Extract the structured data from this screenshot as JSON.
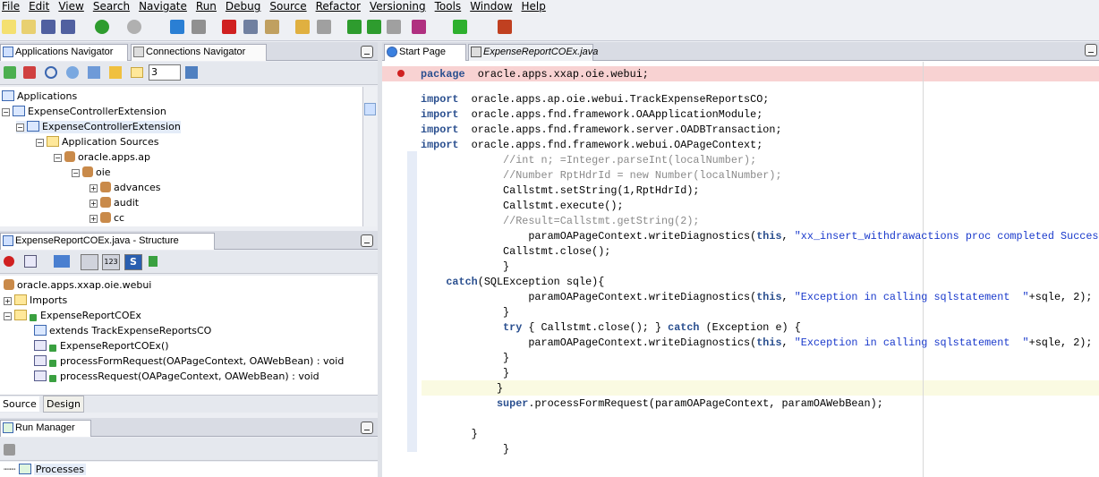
{
  "menu": [
    "File",
    "Edit",
    "View",
    "Search",
    "Navigate",
    "Run",
    "Debug",
    "Source",
    "Refactor",
    "Versioning",
    "Tools",
    "Window",
    "Help"
  ],
  "toolbar_icons": [
    "new-icon",
    "open-icon",
    "save-icon",
    "save-all-icon",
    "back-icon",
    "forward-icon",
    "undo-icon",
    "redo-icon",
    "cut-icon",
    "copy-icon",
    "paste-icon",
    "clean-icon",
    "deploy-icon",
    "make-icon",
    "rebuild-icon",
    "cancel-build-icon",
    "run-icon",
    "debug-icon",
    "step-icon"
  ],
  "navigator": {
    "tabs": [
      "Applications Navigator",
      "Connections Navigator"
    ],
    "depth_value": "3",
    "tree": [
      {
        "label": "Applications",
        "icon": "applications-icon"
      },
      {
        "label": "ExpenseControllerExtension",
        "icon": "workspace-icon"
      },
      {
        "label": "ExpenseControllerExtension",
        "icon": "project-icon"
      },
      {
        "label": "Application Sources",
        "icon": "folder-icon"
      },
      {
        "label": "oracle.apps.ap",
        "icon": "package-icon"
      },
      {
        "label": "oie",
        "icon": "package-icon"
      },
      {
        "label": "advances",
        "icon": "package-icon"
      },
      {
        "label": "audit",
        "icon": "package-icon"
      },
      {
        "label": "cc",
        "icon": "package-icon"
      }
    ]
  },
  "structure": {
    "title": "ExpenseReportCOEx.java - Structure",
    "tree": [
      {
        "label": "oracle.apps.xxap.oie.webui"
      },
      {
        "label": "Imports"
      },
      {
        "label": "ExpenseReportCOEx"
      },
      {
        "label": "extends TrackExpenseReportsCO"
      },
      {
        "label": "ExpenseReportCOEx()"
      },
      {
        "label": "processFormRequest(OAPageContext, OAWebBean) : void"
      },
      {
        "label": "processRequest(OAPageContext, OAWebBean) : void"
      }
    ],
    "bottom_tabs": [
      "Source",
      "Design"
    ]
  },
  "run_manager": {
    "title": "Run Manager",
    "tree": [
      "Processes"
    ]
  },
  "editor": {
    "tabs": [
      "Start Page",
      "ExpenseReportCOEx.java"
    ],
    "colors": {
      "breakpoint_line": "#f8d2d2",
      "current_line": "#fafae2",
      "keyword": "#2a4f8f",
      "string": "#1a3acc",
      "comment": "#8a8a8a"
    },
    "lines": [
      [
        [
          "kw",
          "package"
        ],
        [
          "",
          "  oracle.apps.xxap.oie.webui;"
        ]
      ],
      [
        [
          "kw",
          "import"
        ],
        [
          "",
          "  oracle.apps.ap.oie.webui.TrackExpenseReportsCO;"
        ]
      ],
      [
        [
          "kw",
          "import"
        ],
        [
          "",
          "  oracle.apps.fnd.framework.OAApplicationModule;"
        ]
      ],
      [
        [
          "kw",
          "import"
        ],
        [
          "",
          "  oracle.apps.fnd.framework.server.OADBTransaction;"
        ]
      ],
      [
        [
          "kw",
          "import"
        ],
        [
          "",
          "  oracle.apps.fnd.framework.webui.OAPageContext;"
        ]
      ],
      [
        [
          "cm",
          "             //int n; =Integer.parseInt(localNumber);"
        ]
      ],
      [
        [
          "cm",
          "             //Number RptHdrId = new Number(localNumber);"
        ]
      ],
      [
        [
          "",
          "             Callstmt.setString(1,RptHdrId);"
        ]
      ],
      [
        [
          "",
          "             Callstmt.execute();"
        ]
      ],
      [
        [
          "cm",
          "             //Result=Callstmt.getString(2);"
        ]
      ],
      [
        [
          "",
          "                 paramOAPageContext.writeDiagnostics("
        ],
        [
          "kw",
          "this"
        ],
        [
          "",
          ", "
        ],
        [
          "str",
          "\"xx_insert_withdrawactions proc completed Success"
        ]
      ],
      [
        [
          "",
          "             Callstmt.close();"
        ]
      ],
      [
        [
          "",
          "             }"
        ]
      ],
      [
        [
          "",
          "    "
        ],
        [
          "kw",
          "catch"
        ],
        [
          "",
          "(SQLException sqle){"
        ]
      ],
      [
        [
          "",
          "                 paramOAPageContext.writeDiagnostics("
        ],
        [
          "kw",
          "this"
        ],
        [
          "",
          ", "
        ],
        [
          "str",
          "\"Exception in calling sqlstatement  \""
        ],
        [
          "",
          "+sqle, 2);"
        ]
      ],
      [
        [
          "",
          "             }"
        ]
      ],
      [
        [
          "",
          "             "
        ],
        [
          "kw",
          "try"
        ],
        [
          "",
          "",
          " { Callstmt.close(); } "
        ],
        [
          "kw",
          "catch"
        ],
        [
          "",
          "",
          " (Exception e) {"
        ]
      ],
      [
        [
          "",
          "                 paramOAPageContext.writeDiagnostics("
        ],
        [
          "kw",
          "this"
        ],
        [
          "",
          ", "
        ],
        [
          "str",
          "\"Exception in calling sqlstatement  \""
        ],
        [
          "",
          "+sqle, 2);"
        ]
      ],
      [
        [
          "",
          "             }"
        ]
      ],
      [
        [
          "",
          "             }"
        ]
      ],
      [
        [
          "",
          "            }"
        ]
      ],
      [
        [
          "",
          "            "
        ],
        [
          "kw",
          "super"
        ],
        [
          "",
          ".processFormRequest(paramOAPageContext, paramOAWebBean);"
        ]
      ],
      [
        [
          "",
          "        }"
        ]
      ],
      [
        [
          "",
          "             }"
        ]
      ]
    ]
  }
}
